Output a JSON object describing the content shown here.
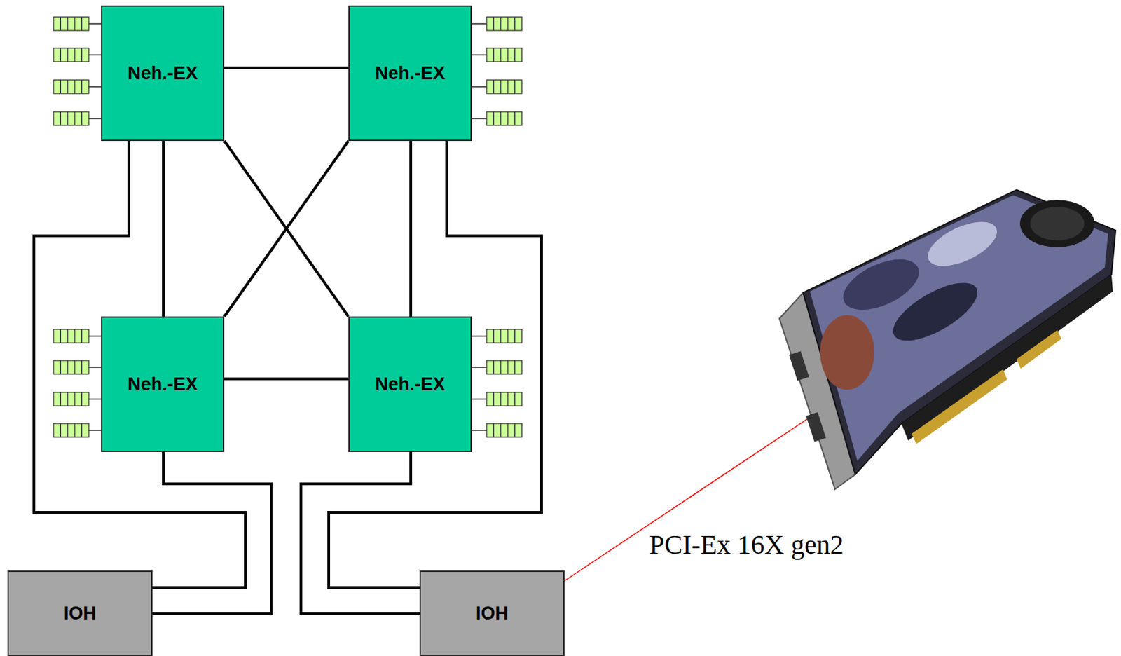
{
  "diagram": {
    "nodes": [
      {
        "text": [
          "Neh.-EX"
        ]
      },
      {
        "text": [
          "Neh.-EX"
        ]
      },
      {
        "text": [
          "Neh.-EX"
        ]
      },
      {
        "text": [
          "Neh.-EX"
        ]
      },
      {
        "text": [
          "IOH"
        ]
      },
      {
        "text": [
          "IOH"
        ]
      }
    ],
    "edges": [
      {
        "from": 0,
        "to": 1,
        "arrow": "none"
      },
      {
        "from": 0,
        "to": 2,
        "arrow": "none"
      },
      {
        "from": 0,
        "to": 3,
        "arrow": "none"
      },
      {
        "from": 1,
        "to": 2,
        "arrow": "none"
      },
      {
        "from": 1,
        "to": 3,
        "arrow": "none"
      },
      {
        "from": 2,
        "to": 3,
        "arrow": "none"
      },
      {
        "from": 0,
        "to": 4,
        "arrow": "none"
      },
      {
        "from": 2,
        "to": 4,
        "arrow": "none"
      },
      {
        "from": 1,
        "to": 5,
        "arrow": "none"
      },
      {
        "from": 3,
        "to": 5,
        "arrow": "none"
      }
    ],
    "labels": [
      "PCI-Ex 16X gen2"
    ]
  }
}
